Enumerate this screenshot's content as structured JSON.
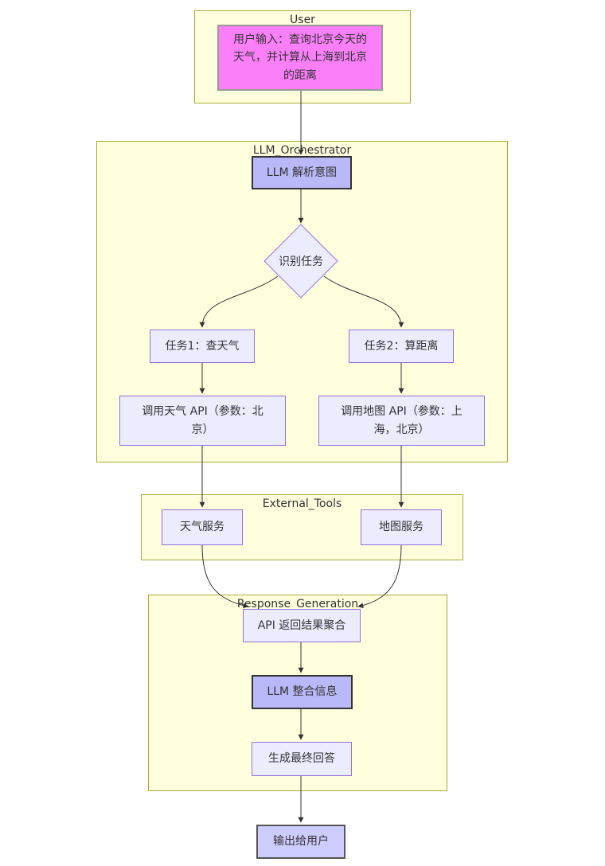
{
  "diagram": {
    "subgraphs": {
      "user": {
        "title": "User"
      },
      "orchestrator": {
        "title": "LLM_Orchestrator"
      },
      "external_tools": {
        "title": "External_Tools"
      },
      "response_generation": {
        "title": "Response_Generation"
      }
    },
    "nodes": {
      "user_input": {
        "label": "用户输入：查询北京今天的天气，并计算从上海到北京的距离"
      },
      "llm_parse": {
        "label": "LLM 解析意图"
      },
      "identify_tasks": {
        "label": "识别任务"
      },
      "task1": {
        "label": "任务1：查天气"
      },
      "task2": {
        "label": "任务2：算距离"
      },
      "call_weather_api": {
        "label": "调用天气 API（参数：北京）"
      },
      "call_map_api": {
        "label": "调用地图 API（参数：上海，北京）"
      },
      "weather_service": {
        "label": "天气服务"
      },
      "map_service": {
        "label": "地图服务"
      },
      "aggregate": {
        "label": "API 返回结果聚合"
      },
      "llm_merge": {
        "label": "LLM 整合信息"
      },
      "final_answer": {
        "label": "生成最终回答"
      },
      "output": {
        "label": "输出给用户"
      }
    },
    "colors": {
      "subgraph_fill": "#ffffde",
      "subgraph_border": "#aaaa33",
      "node_fill": "#ececff",
      "node_border": "#9370db",
      "llm_node_fill": "#b9b9f9",
      "llm_node_border": "#333333",
      "user_node_fill": "#fa7ff9",
      "user_node_border": "#999999",
      "output_node_fill": "#ccccff",
      "edge": "#333333"
    }
  }
}
